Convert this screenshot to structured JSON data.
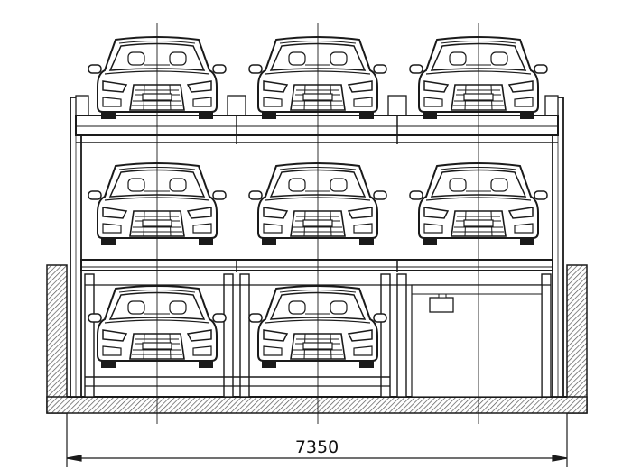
{
  "drawing": {
    "dimension_label": "7350",
    "line_color": "#1a1a1a",
    "hatch_color": "#555555",
    "background": "#ffffff",
    "levels": [
      {
        "name": "upper",
        "cars": 3
      },
      {
        "name": "middle",
        "cars": 3
      },
      {
        "name": "pit",
        "cars": 2,
        "empty_bay": true
      }
    ]
  }
}
